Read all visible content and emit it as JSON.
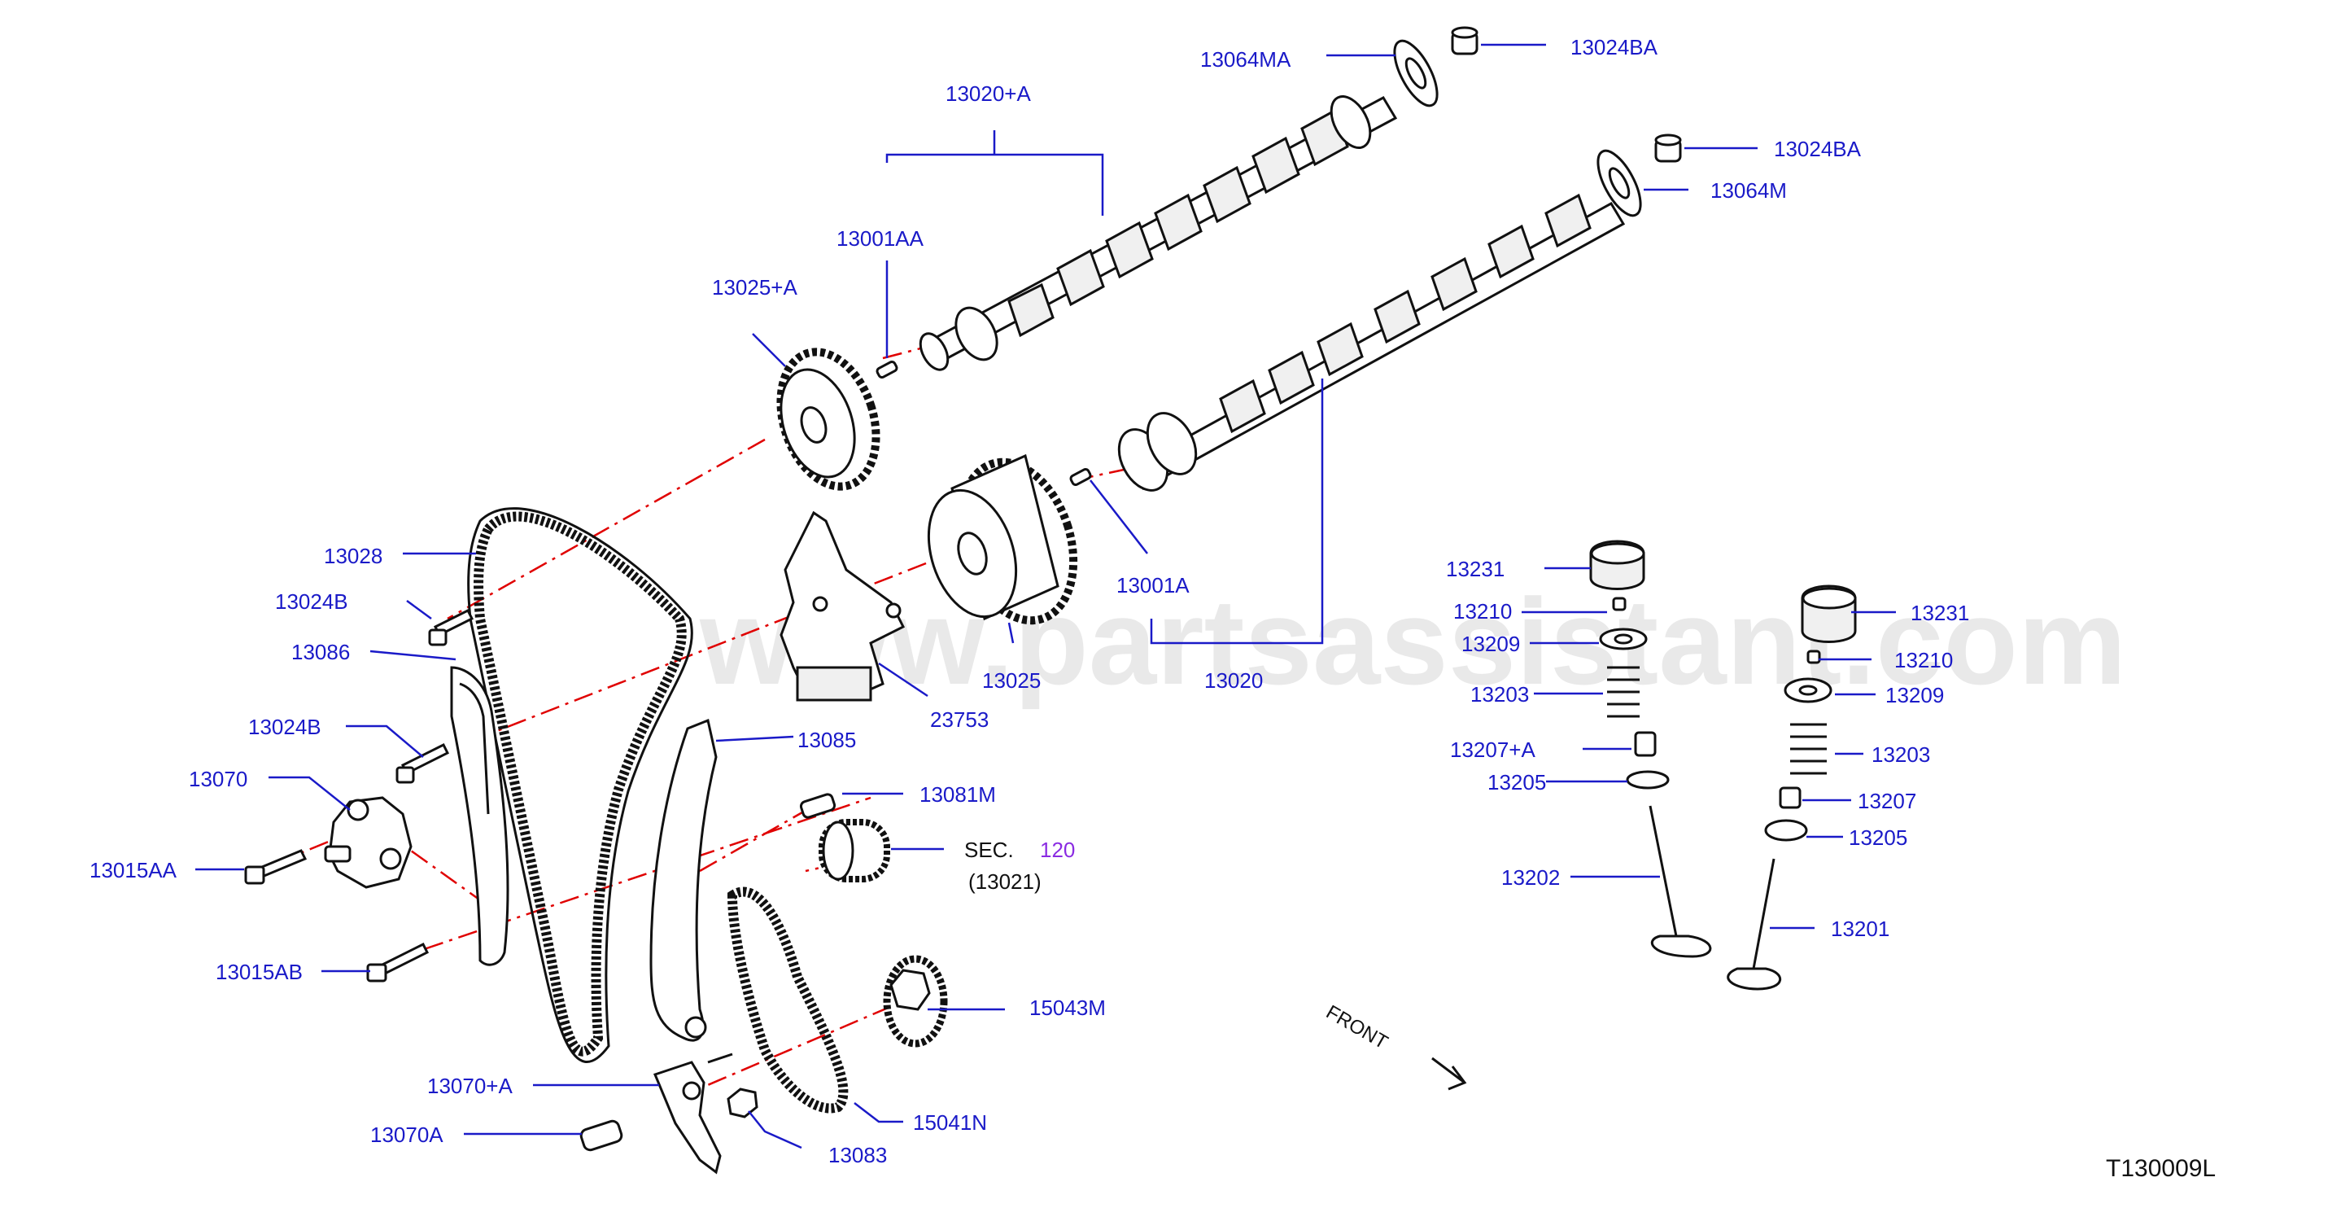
{
  "watermark": "www.partsassistant.com",
  "drawing_code": "T130009L",
  "front_label": "FRONT",
  "colors": {
    "label": "#1a1ac8",
    "centerline": "#e00000",
    "sec_ref": "#8a2be2",
    "outline": "#111111"
  },
  "labels": {
    "p13064MA": "13064MA",
    "p13024BA_1": "13024BA",
    "p13020A": "13020+A",
    "p13024BA_2": "13024BA",
    "p13064M": "13064M",
    "p13001AA": "13001AA",
    "p13025A": "13025+A",
    "p13028": "13028",
    "p13024B_1": "13024B",
    "p13086": "13086",
    "p13024B_2": "13024B",
    "p13070": "13070",
    "p13015AA": "13015AA",
    "p13015AB": "13015AB",
    "p13085": "13085",
    "p13081M": "13081M",
    "sec_text": "SEC.",
    "sec_num": "120",
    "p13021": "(13021)",
    "p15043M": "15043M",
    "p13070A_plus": "13070+A",
    "p13070A": "13070A",
    "p15041N": "15041N",
    "p13083": "13083",
    "p13001A": "13001A",
    "p13025": "13025",
    "p23753": "23753",
    "p13020": "13020",
    "p13231_1": "13231",
    "p13210_1": "13210",
    "p13209_1": "13209",
    "p13203_1": "13203",
    "p13207A": "13207+A",
    "p13205_1": "13205",
    "p13202": "13202",
    "p13231_2": "13231",
    "p13210_2": "13210",
    "p13209_2": "13209",
    "p13203_2": "13203",
    "p13207": "13207",
    "p13205_2": "13205",
    "p13201": "13201"
  }
}
